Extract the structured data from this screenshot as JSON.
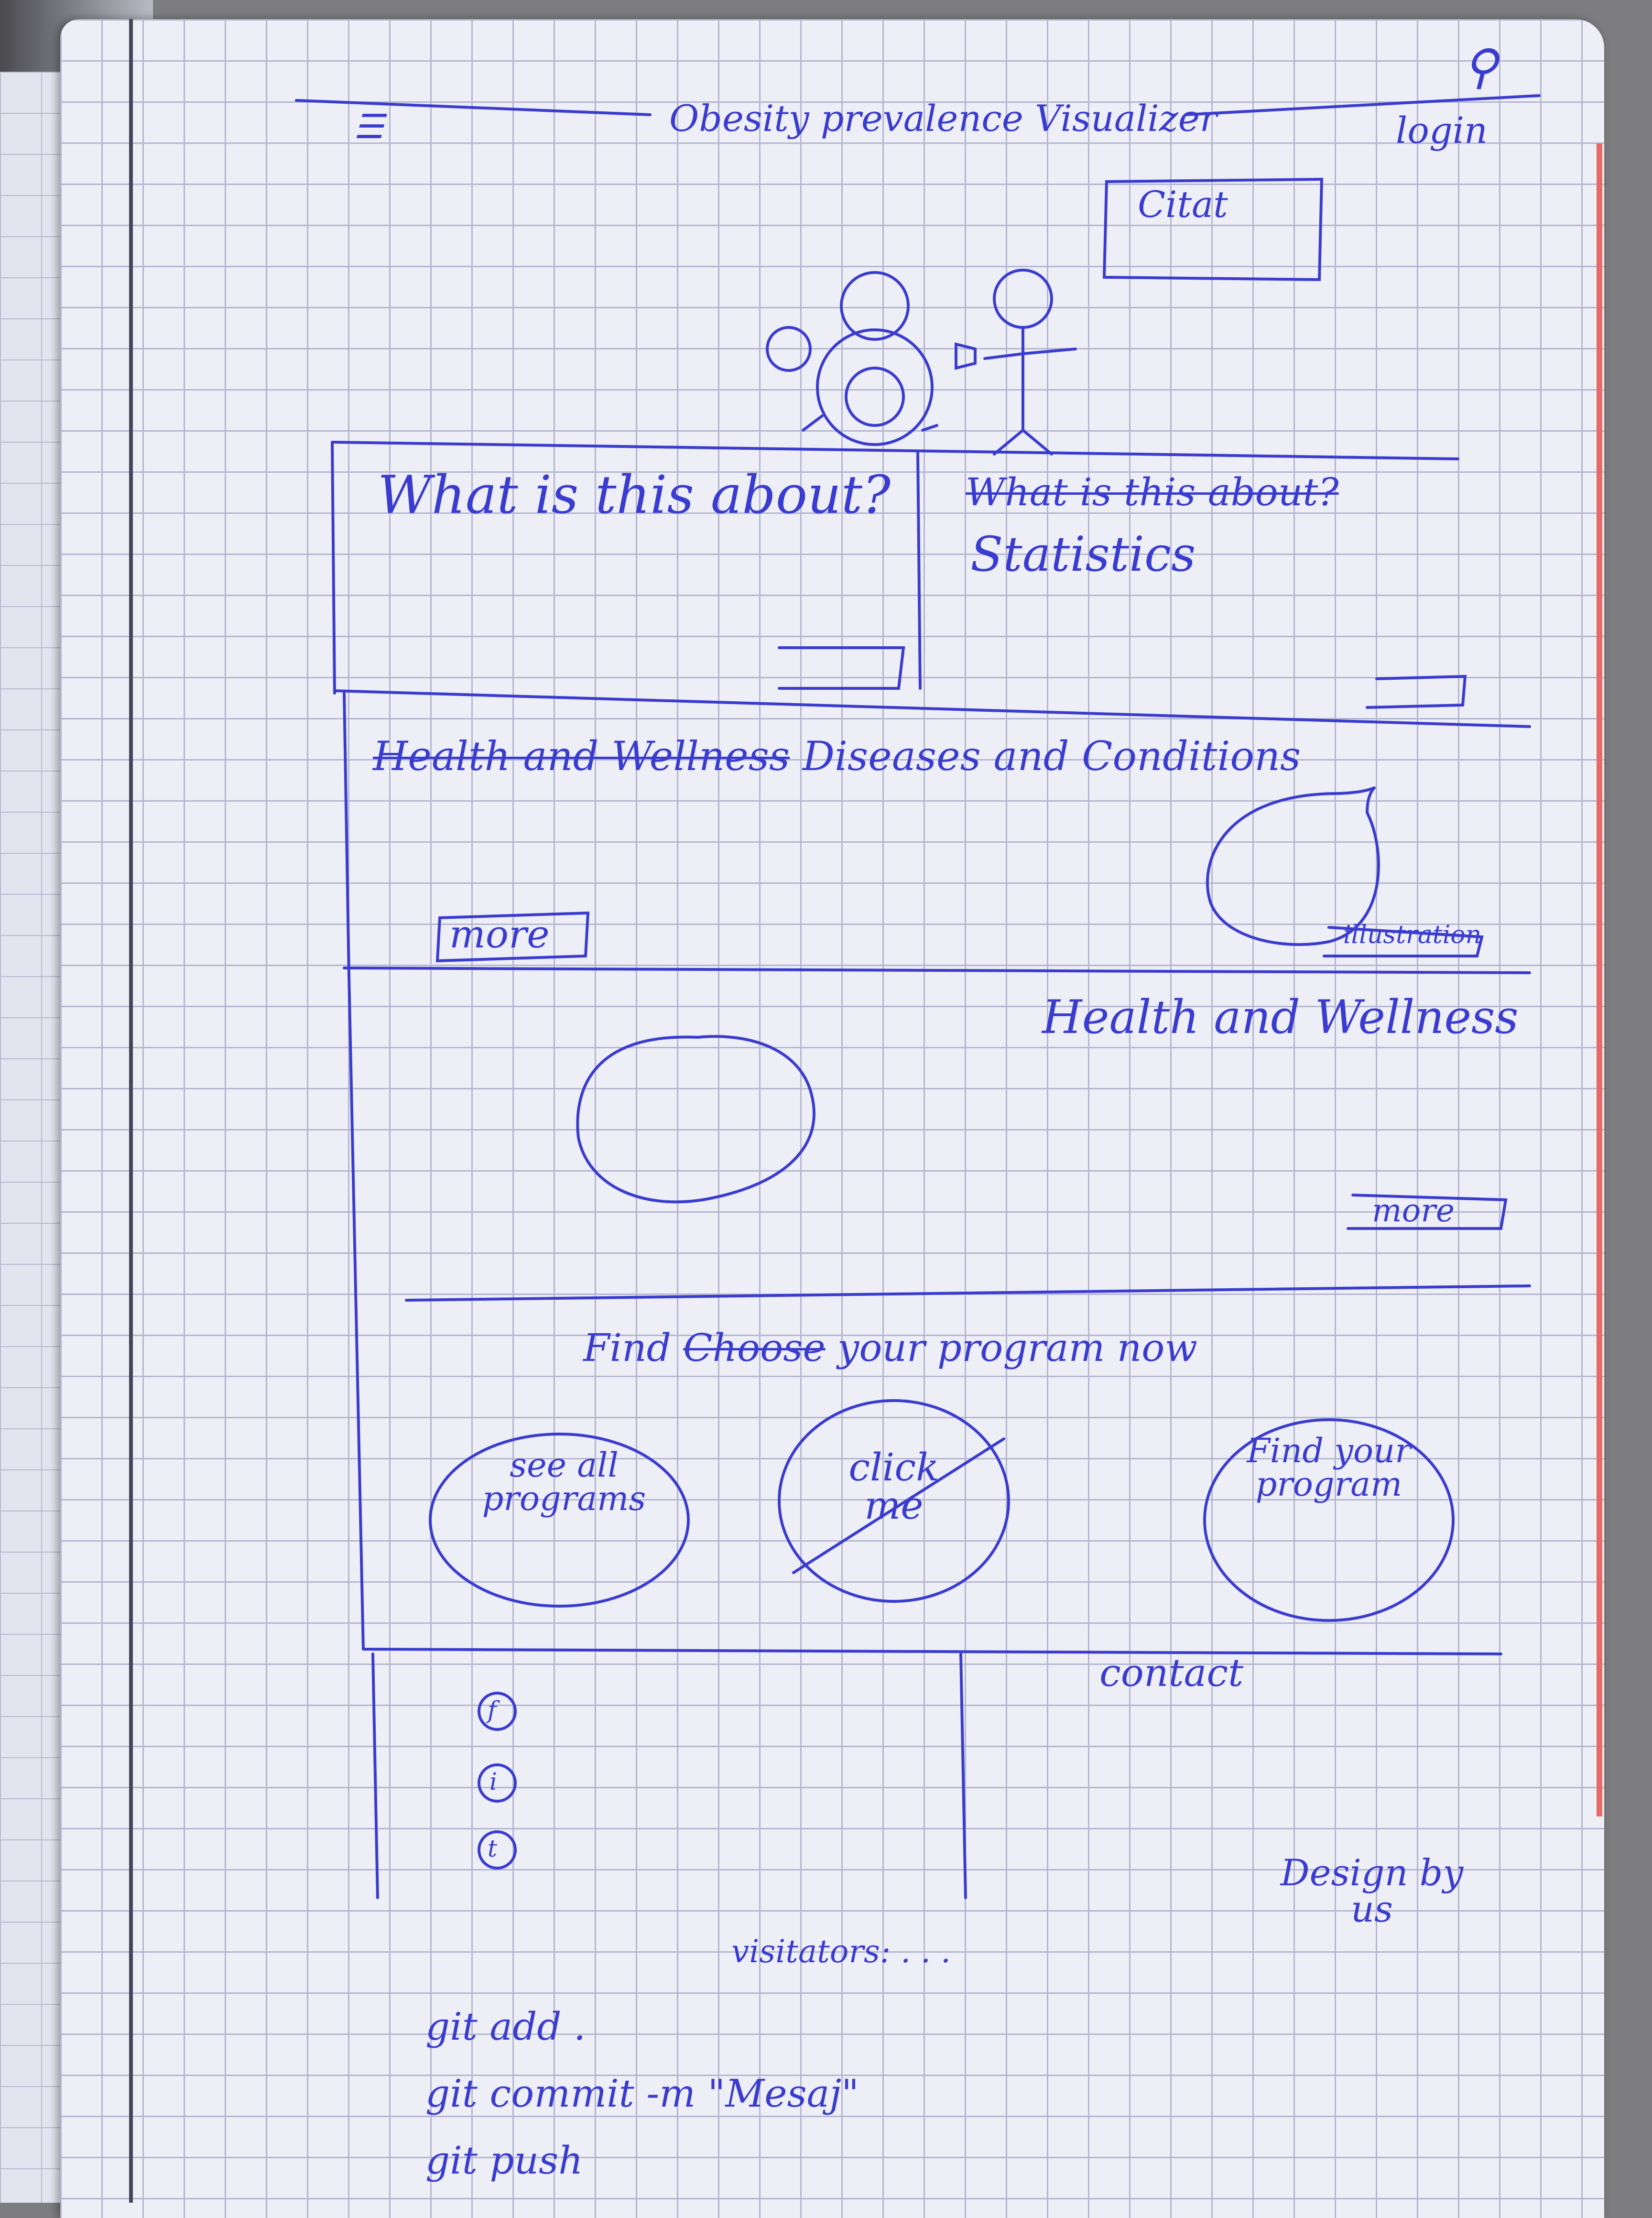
{
  "header": {
    "title": "Obesity prevalence Visualizer",
    "search_icon": "search-icon",
    "menu_icon": "menu-icon",
    "login_label": "login"
  },
  "hero": {
    "quote_label": "Citat",
    "illustration": "stick-figures-before-after"
  },
  "about": {
    "title": "What is this about?",
    "struck_title": "What is this about?",
    "stats_title": "Statistics"
  },
  "conditions": {
    "title_struck": "Health and Wellness",
    "title": "Diseases and Conditions",
    "more_label": "more",
    "circle_label": "illustration"
  },
  "wellness": {
    "title": "Health and Wellness",
    "more_label": "more"
  },
  "programs": {
    "heading_find": "Find",
    "heading_struck": "Choose",
    "heading_rest": "your program now",
    "buttons": [
      "see all programs",
      "click me",
      "Find your program"
    ]
  },
  "footer": {
    "social_icons": [
      "facebook-icon",
      "instagram-icon",
      "twitter-icon"
    ],
    "contact_label": "contact",
    "credit": "Design by us",
    "visitors_label": "visitators: . . ."
  },
  "notes": {
    "lines": [
      "git add .",
      "git commit -m \"Mesaj\"",
      "git push"
    ]
  },
  "colors": {
    "ink": "#3a3ccf",
    "paper": "#eeeef7",
    "grid": "#b4b6cf"
  }
}
